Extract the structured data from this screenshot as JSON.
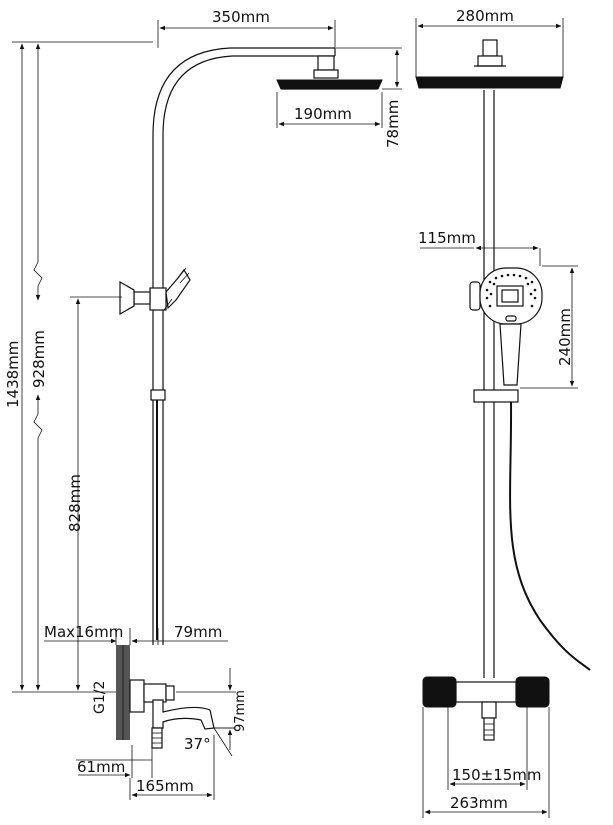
{
  "dimensions": {
    "side_arm_width": "350mm",
    "side_head_diameter": "190mm",
    "side_head_height": "78mm",
    "total_height": "1438mm",
    "slide_range": "928mm",
    "holder_height": "828mm",
    "wall_gap_max": "Max16mm",
    "spout_offset": "79mm",
    "spout_height": "97mm",
    "spout_angle": "37°",
    "inlet_depth": "61mm",
    "spout_reach": "165mm",
    "inlet_thread": "G1/2",
    "front_head_diameter": "280mm",
    "front_handset_offset": "115mm",
    "front_handset_height": "240mm",
    "front_inlet_spacing": "150±15mm",
    "front_mixer_width": "263mm"
  }
}
